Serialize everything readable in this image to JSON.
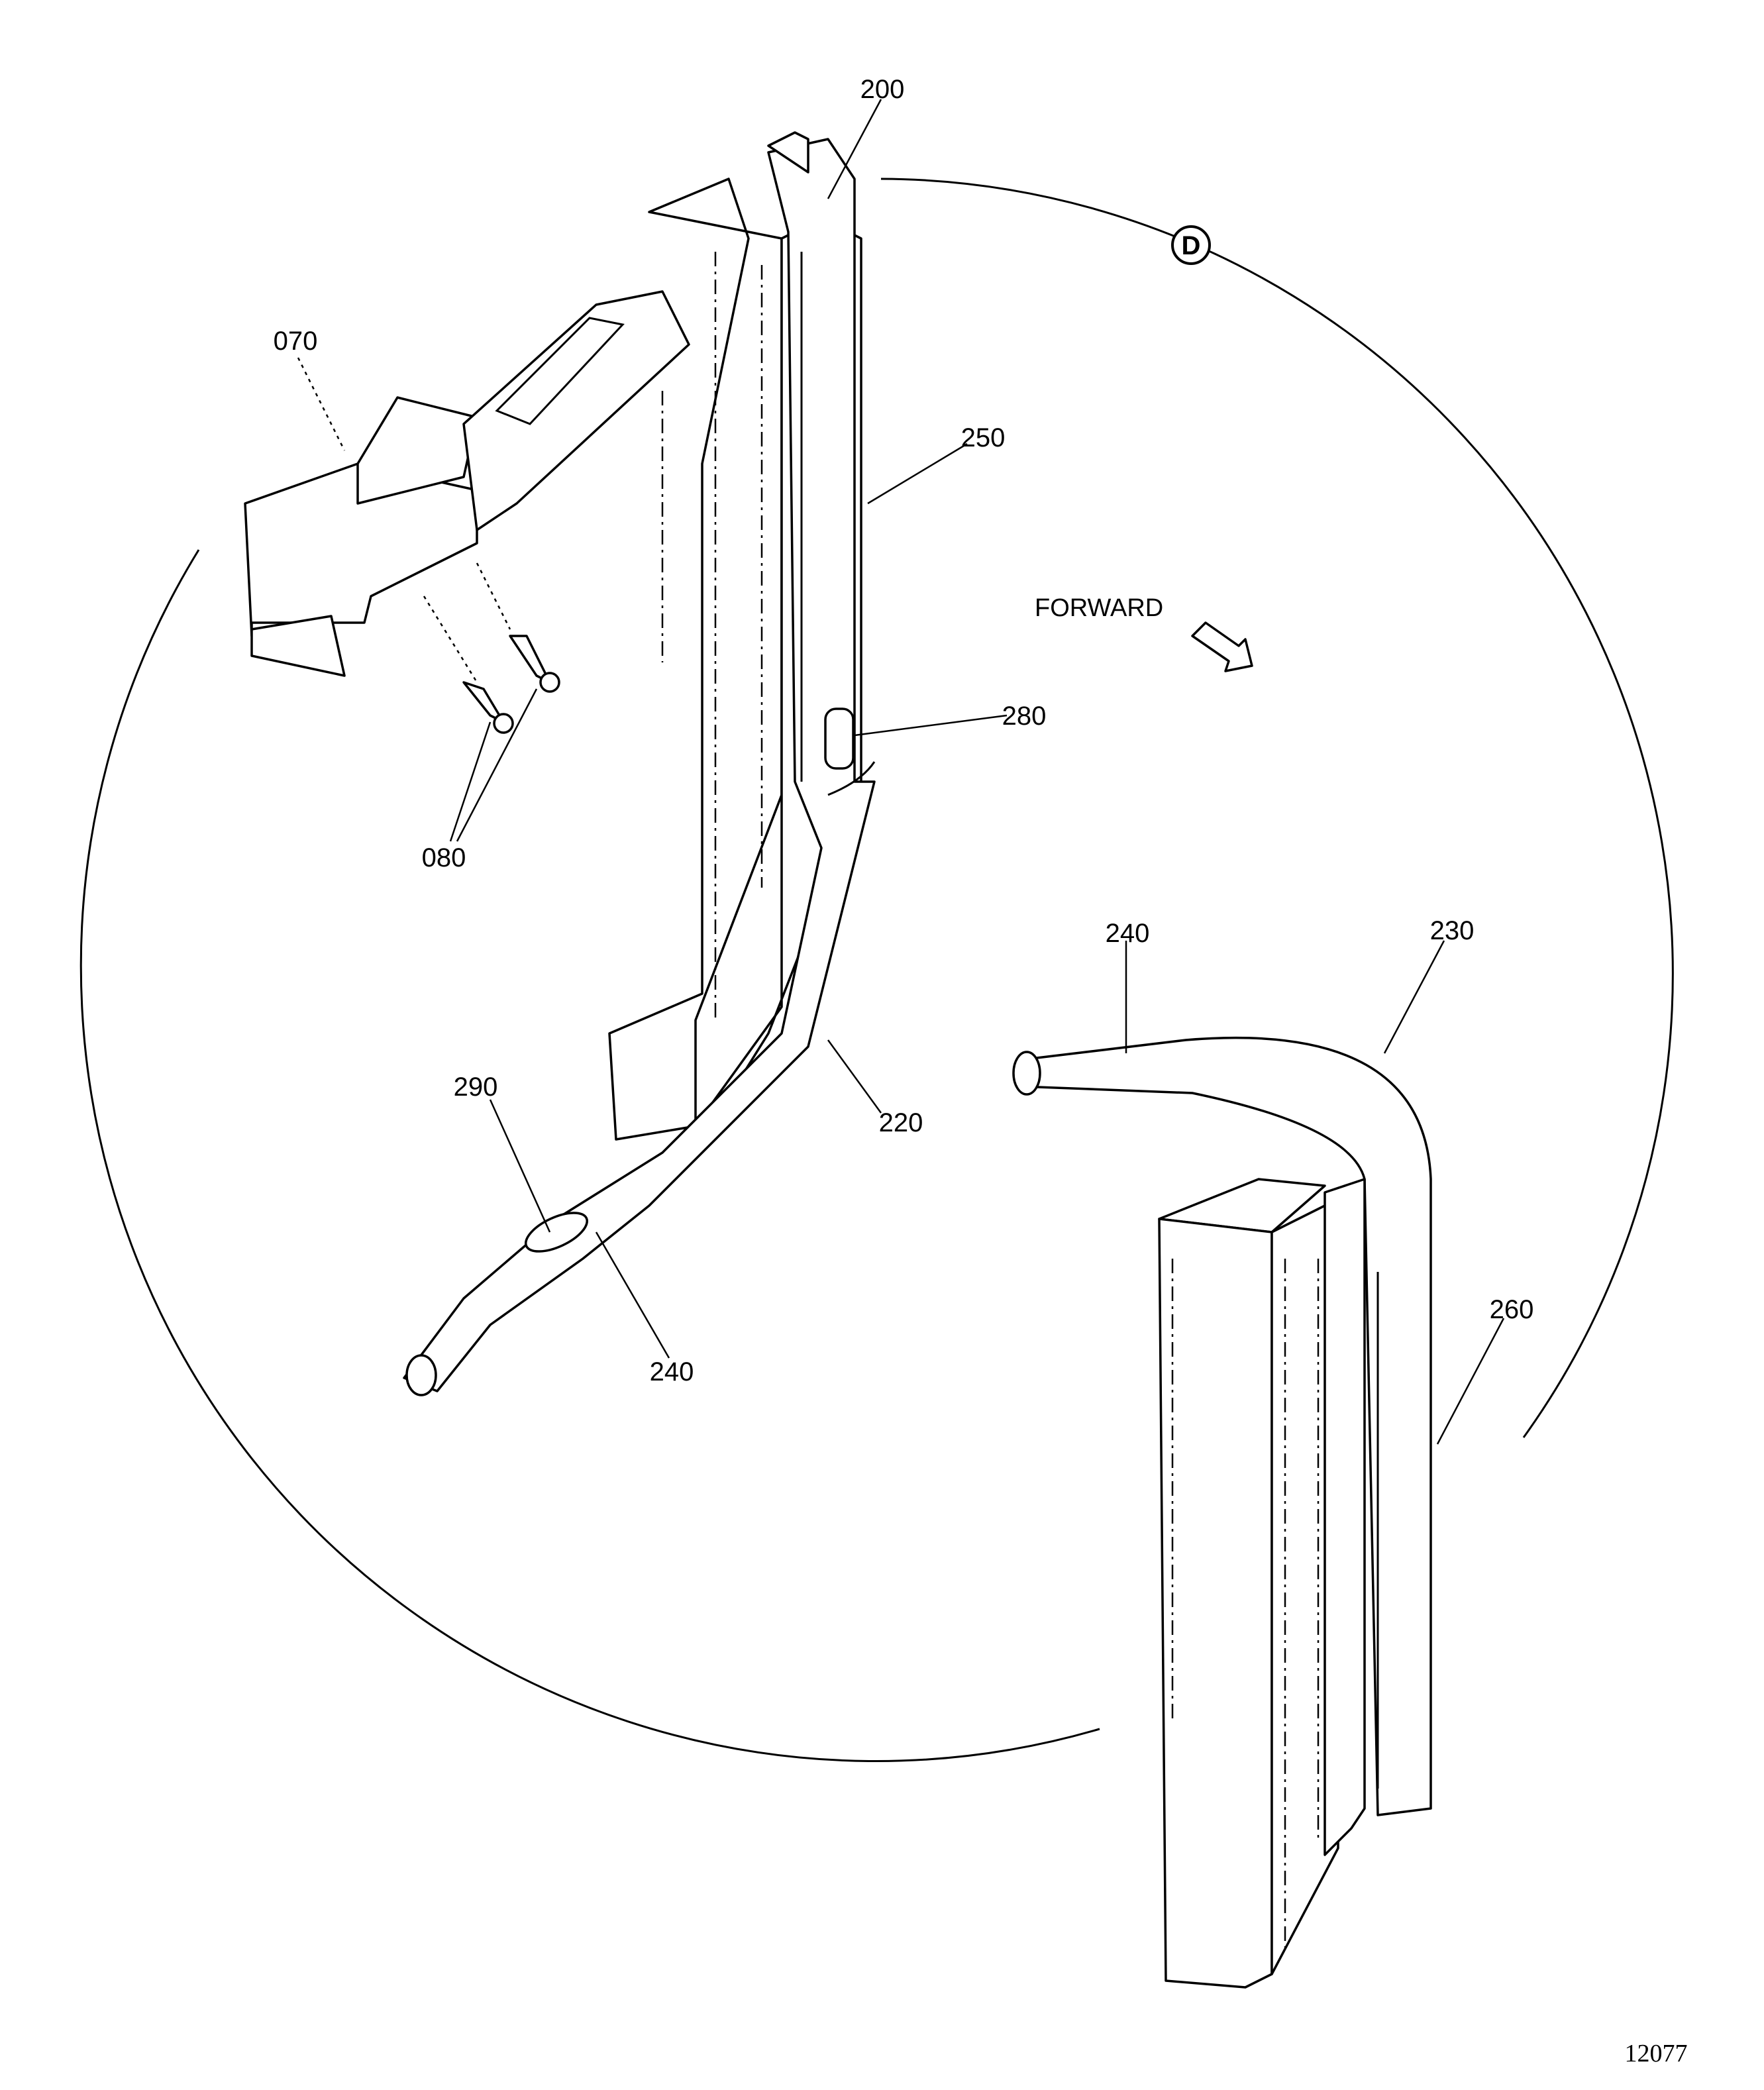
{
  "diagram": {
    "detail_marker": "D",
    "direction_label": "FORWARD",
    "figure_number": "12077",
    "callouts": {
      "c200": "200",
      "c070": "070",
      "c250": "250",
      "c280": "280",
      "c080": "080",
      "c240_upper": "240",
      "c230": "230",
      "c290": "290",
      "c220": "220",
      "c240_lower": "240",
      "c260": "260"
    }
  }
}
